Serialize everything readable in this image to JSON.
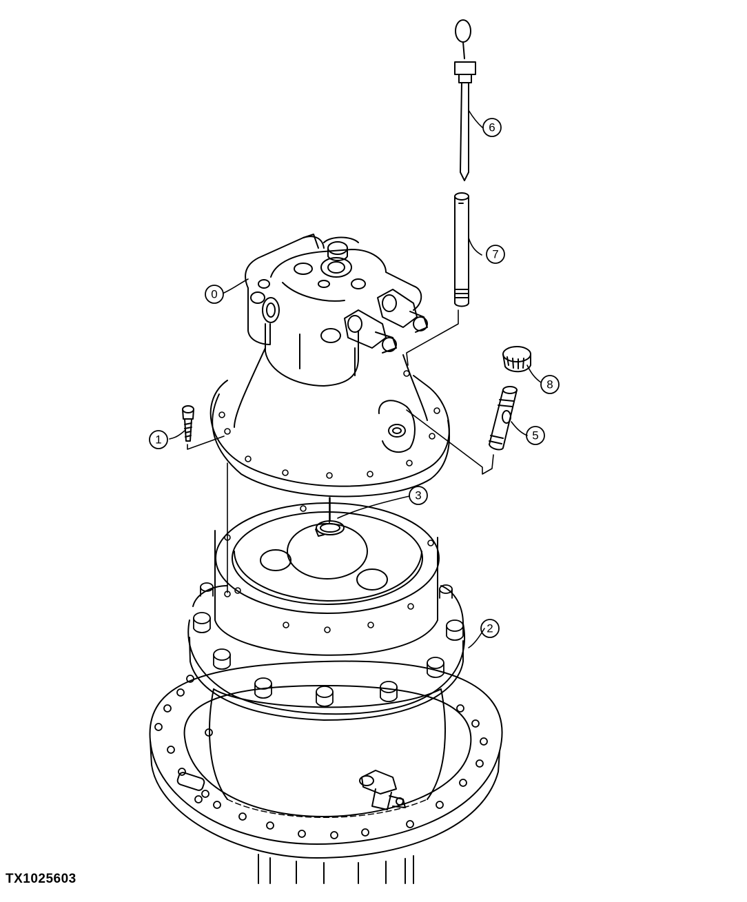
{
  "drawing_id": "TX1025603",
  "callouts": [
    {
      "id": "0",
      "label": "0"
    },
    {
      "id": "1",
      "label": "1"
    },
    {
      "id": "2",
      "label": "2"
    },
    {
      "id": "3",
      "label": "3"
    },
    {
      "id": "5",
      "label": "5"
    },
    {
      "id": "6",
      "label": "6"
    },
    {
      "id": "7",
      "label": "7"
    },
    {
      "id": "8",
      "label": "8"
    }
  ],
  "colors": {
    "line": "#000000",
    "background": "#ffffff"
  }
}
